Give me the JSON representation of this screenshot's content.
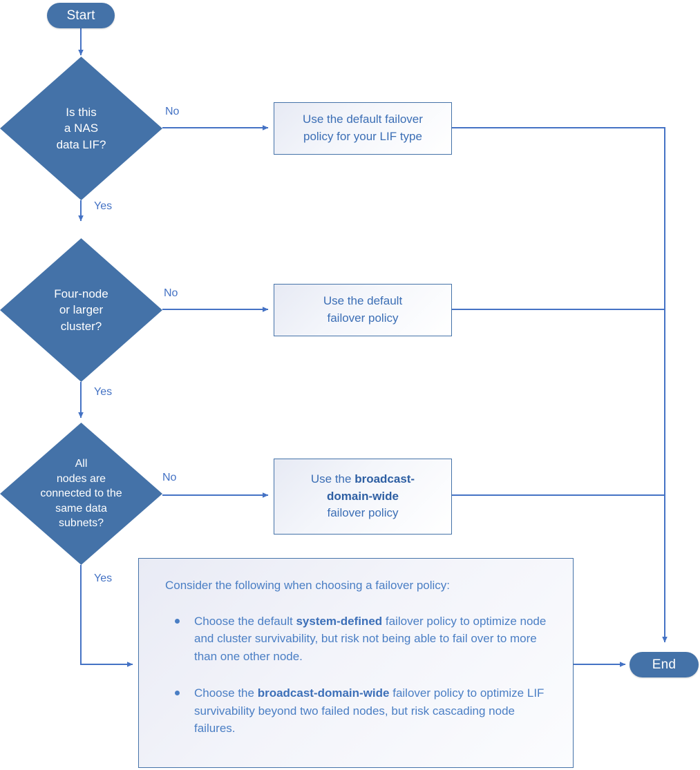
{
  "diagram": {
    "title": "LIF failover policy decision flowchart",
    "colors": {
      "node_fill": "#4472A8",
      "node_text": "#FFFFFF",
      "box_border": "#4472A8",
      "box_text": "#3B6EB5",
      "connector": "#4472C4",
      "note_fill": "#F2F3F9",
      "label_text": "#4472C4"
    }
  },
  "nodes": {
    "start": {
      "label": "Start",
      "type": "terminator"
    },
    "end": {
      "label": "End",
      "type": "terminator"
    },
    "decision1": {
      "type": "decision",
      "lines": [
        "Is this",
        "a NAS",
        "data LIF?"
      ],
      "yes_label": "Yes",
      "no_label": "No"
    },
    "decision2": {
      "type": "decision",
      "lines": [
        "Four-node",
        "or larger",
        "cluster?"
      ],
      "yes_label": "Yes",
      "no_label": "No"
    },
    "decision3": {
      "type": "decision",
      "lines": [
        "All",
        "nodes are",
        "connected to the",
        "same data",
        "subnets?"
      ],
      "yes_label": "Yes",
      "no_label": "No"
    },
    "process1": {
      "type": "process",
      "lines": [
        {
          "text": "Use the default failover",
          "bold": false
        },
        {
          "text": "policy for your LIF type",
          "bold": false
        }
      ]
    },
    "process2": {
      "type": "process",
      "lines": [
        {
          "text": "Use the default",
          "bold": false
        },
        {
          "text": "failover policy",
          "bold": false
        }
      ]
    },
    "process3": {
      "type": "process",
      "lines": [
        {
          "text": "Use the ",
          "bold": false
        },
        {
          "text": "broadcast-",
          "bold": true
        },
        {
          "text": "domain-wide",
          "bold": true
        },
        {
          "text": "failover policy",
          "bold": false
        }
      ]
    }
  },
  "note": {
    "intro": "Consider the following when choosing a failover policy:",
    "bullets": [
      {
        "parts": [
          {
            "text": "Choose the default ",
            "bold": false
          },
          {
            "text": "system-defined",
            "bold": true
          },
          {
            "text": " failover policy to optimize node and cluster survivability, but risk not being able to fail over to more than one other node.",
            "bold": false
          }
        ]
      },
      {
        "parts": [
          {
            "text": "Choose the ",
            "bold": false
          },
          {
            "text": "broadcast-domain-wide",
            "bold": true
          },
          {
            "text": " failover policy to optimize LIF survivability beyond two failed nodes, but risk cascading node failures.",
            "bold": false
          }
        ]
      }
    ]
  },
  "edge_labels": {
    "d1_no": "No",
    "d1_yes": "Yes",
    "d2_no": "No",
    "d2_yes": "Yes",
    "d3_no": "No",
    "d3_yes": "Yes"
  }
}
